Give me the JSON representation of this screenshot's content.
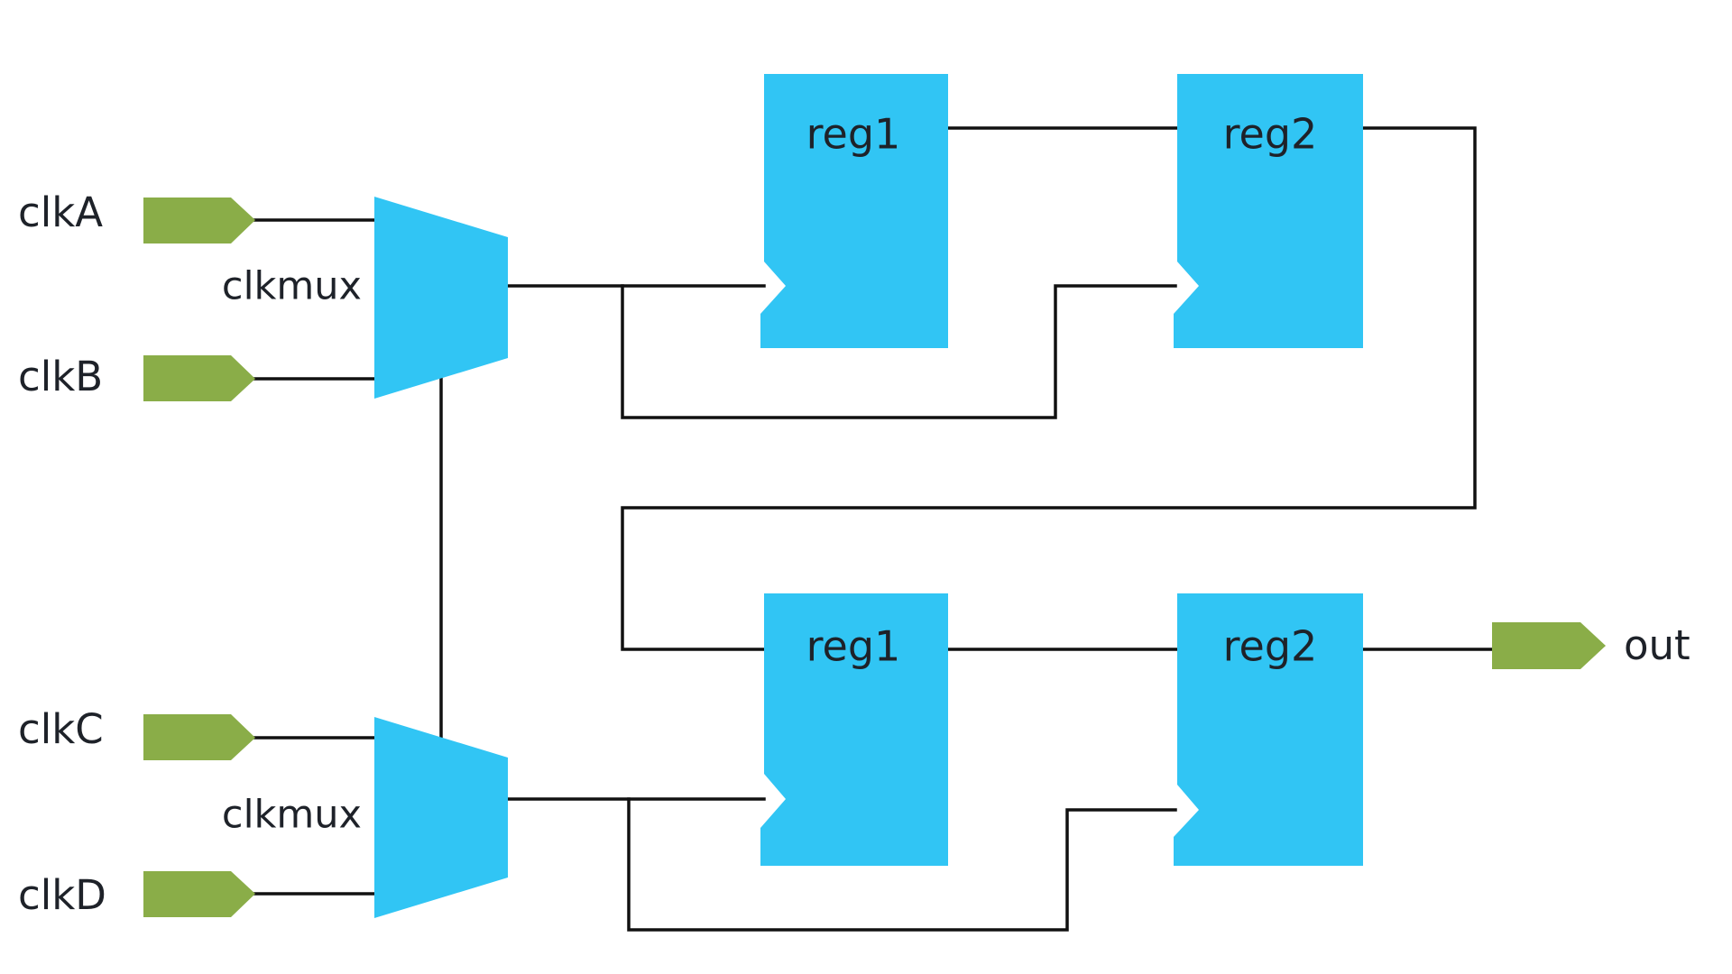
{
  "colors": {
    "port_fill": "#8aad48",
    "block_fill": "#31c5f4",
    "wire": "#111111",
    "text": "#1e2229"
  },
  "inputs": [
    {
      "id": "clkA",
      "label": "clkA"
    },
    {
      "id": "clkB",
      "label": "clkB"
    },
    {
      "id": "clkC",
      "label": "clkC"
    },
    {
      "id": "clkD",
      "label": "clkD"
    }
  ],
  "output": {
    "id": "out",
    "label": "out"
  },
  "muxes": [
    {
      "id": "mux_top",
      "label": "clkmux"
    },
    {
      "id": "mux_bottom",
      "label": "clkmux"
    }
  ],
  "registers": [
    {
      "id": "top_reg1",
      "label": "reg1"
    },
    {
      "id": "top_reg2",
      "label": "reg2"
    },
    {
      "id": "bottom_reg1",
      "label": "reg1"
    },
    {
      "id": "bottom_reg2",
      "label": "reg2"
    }
  ]
}
